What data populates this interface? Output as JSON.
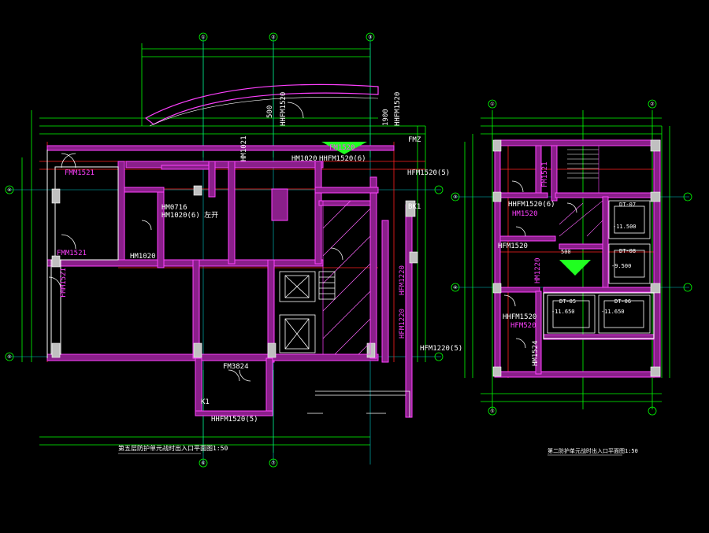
{
  "background": "#000000",
  "colors": {
    "wall": "#ff40ff",
    "wall_fill": "#8a1f8a",
    "dim": "#00ff00",
    "axis": "#ffff00",
    "grid": "#00c8c8",
    "red": "#ff2020",
    "white": "#ffffff",
    "hatch": "#ff66ff",
    "green_fill": "#20ff20"
  },
  "left_plan": {
    "title": "第五层防护单元战时出入口平面图1:50",
    "labels": {
      "fm1521_a": "FMM1521",
      "fm1521_b": "FMM1521",
      "fm1521_c": "FMM1521",
      "hm0716": "HM0716",
      "hm1020_61": "HM1020(6) 左开",
      "hm1020": "HM1020",
      "hm1020b": "HM1020",
      "hhfm1520_6": "HHFM1520(6)",
      "hm1021": "HM1021",
      "hhfm1520": "HHFM1520",
      "hfm1520": "HHFM1520",
      "hfm1520_5": "HFM1520(5)",
      "fm1520_top": "FM1520",
      "fmz": "FMZ",
      "bkt": "BK1",
      "hfm1220_5": "HFM1220(5)",
      "hfm1220": "HFM1220",
      "hfm1220b": "HFM1220",
      "hfm1520_bottom": "HHFM1520(5)",
      "fm3824": "FM3824",
      "k1": "K1",
      "dim_500": "500",
      "dim_1900": "1900"
    },
    "axes": [
      "①",
      "②",
      "③",
      "④",
      "⑤",
      "⑥",
      "⑦"
    ]
  },
  "right_plan": {
    "title": "第二防护单元战时出入口平面图1:50",
    "labels": {
      "fm1521": "FM1521",
      "hhfm1520_6": "HHFM1520(6)",
      "hm1520": "HM1520",
      "hfm1520": "HFM1520",
      "hm1220": "HM1220",
      "hhfm1520_b": "HHFM1520",
      "hfm520": "HFM520",
      "hm1524": "HM1524",
      "dt07": "DT-07",
      "dt08": "DT-08",
      "dt05": "DT-05",
      "dt06": "DT-06",
      "elev_a": "-11.500",
      "elev_b": "-9.500",
      "elev_c": "-11.650",
      "elev_d": "-11.650",
      "dim_500": "500"
    },
    "axes": [
      "①",
      "②",
      "③",
      "④",
      "⑤"
    ]
  }
}
